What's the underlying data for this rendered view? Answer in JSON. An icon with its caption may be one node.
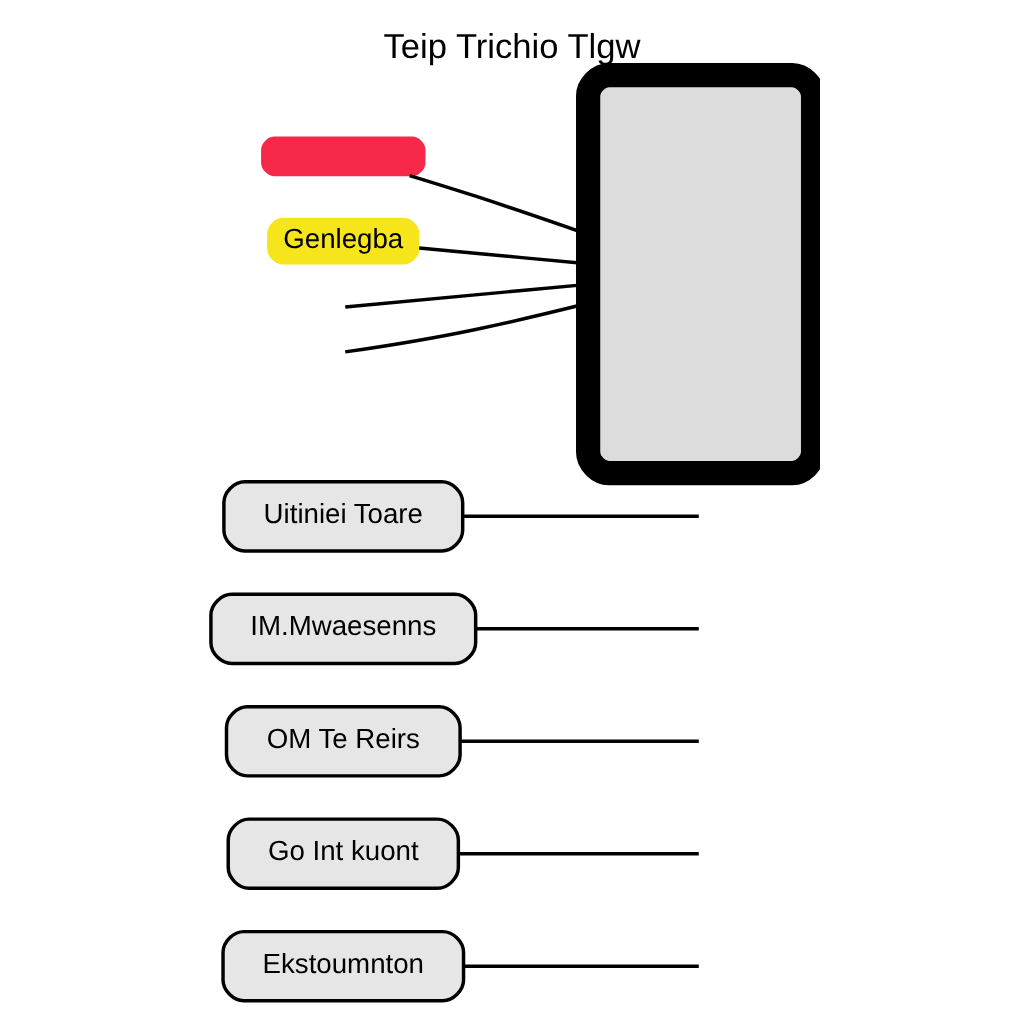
{
  "diagram": {
    "title": "Teip Trichio Tlgw",
    "nodes": [
      {
        "text": [
          "Ekstoumnton"
        ]
      },
      {
        "text": [
          "Go Int kuont"
        ]
      },
      {
        "text": [
          "OM Te Reirs"
        ]
      },
      {
        "text": [
          "IM.Mwaesenns"
        ]
      },
      {
        "text": [
          "Uitiniei Toare"
        ]
      },
      {
        "text": [],
        "shape": "bar"
      },
      {
        "text": [
          "Genlegba"
        ]
      },
      {
        "text": [],
        "shape": "box"
      }
    ],
    "edges": [
      {
        "from": 0,
        "to": null,
        "arrow": "none"
      },
      {
        "from": 1,
        "to": null,
        "arrow": "none"
      },
      {
        "from": 2,
        "to": null,
        "arrow": "none"
      },
      {
        "from": 3,
        "to": null,
        "arrow": "none"
      },
      {
        "from": 4,
        "to": null,
        "arrow": "none"
      },
      {
        "from": 5,
        "to": 7,
        "arrow": "none"
      },
      {
        "from": null,
        "to": 7,
        "arrow": "none"
      },
      {
        "from": 6,
        "to": 7,
        "arrow": "none"
      },
      {
        "from": null,
        "to": 7,
        "arrow": "none"
      }
    ]
  }
}
